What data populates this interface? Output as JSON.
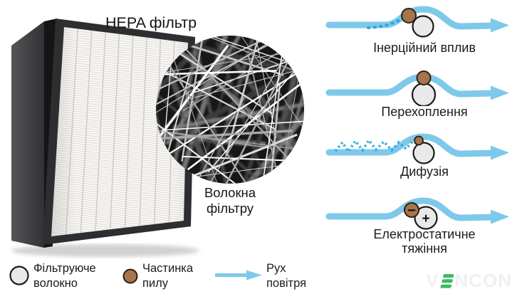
{
  "title": "HEPA фільтр",
  "fiber_inset": {
    "label": "Волокна фільтру"
  },
  "mechanisms": [
    {
      "label": "Інерційний вплив"
    },
    {
      "label": "Перехоплення"
    },
    {
      "label": "Дифузія"
    },
    {
      "label": "Електростатичне тяжіння",
      "particle_sign": "−",
      "fiber_sign": "+"
    }
  ],
  "legend": {
    "fiber": {
      "symbol": "fiber-circle",
      "label": "Фільтруюче волокно"
    },
    "particle": {
      "symbol": "dust-particle",
      "label": "Частинка пилу"
    },
    "air": {
      "symbol": "air-flow-arrow",
      "label": "Рух повітря"
    }
  },
  "logo": {
    "name": "VENCON",
    "prefix": "V",
    "suffix": "NCON"
  },
  "colors": {
    "flow_blue": "#7ec9ea",
    "trajectory_blue": "#2aa7dd",
    "particle_brown": "#a9744a",
    "fiber_gray": "#e9e9e9",
    "outline_dark": "#1c1c1c",
    "logo_green": "#3cbc63",
    "text": "#1b1b1b"
  }
}
